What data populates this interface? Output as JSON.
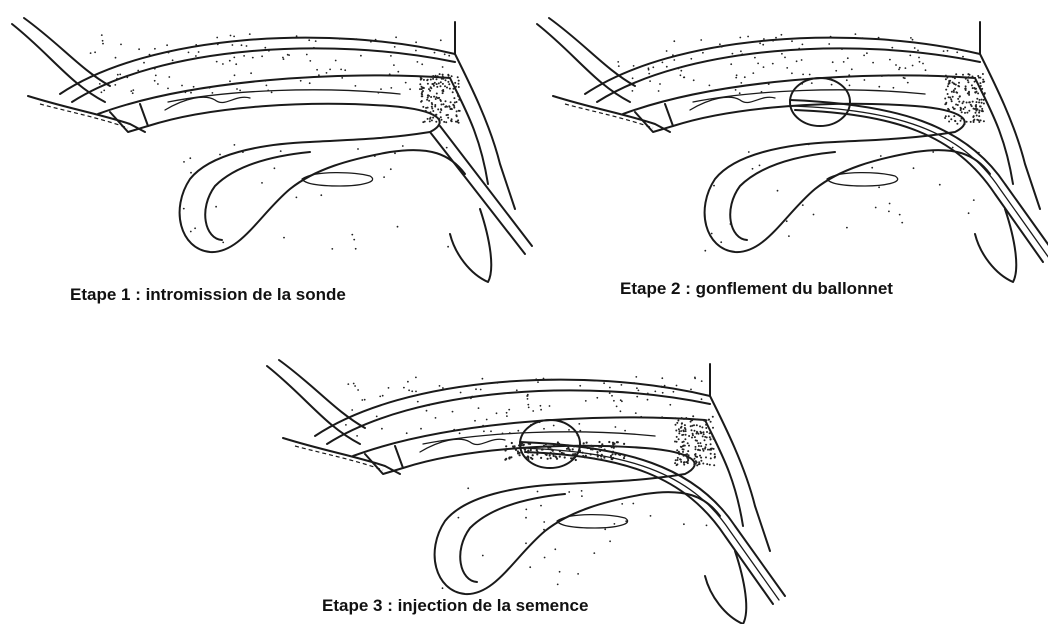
{
  "figure": {
    "steps": [
      {
        "caption": "Etape 1 : intromission de la sonde",
        "balloon": false,
        "inject": false
      },
      {
        "caption": "Etape 2 : gonflement du ballonnet",
        "balloon": true,
        "inject": false
      },
      {
        "caption": "Etape 3 : injection de la semence",
        "balloon": true,
        "inject": true
      }
    ]
  }
}
